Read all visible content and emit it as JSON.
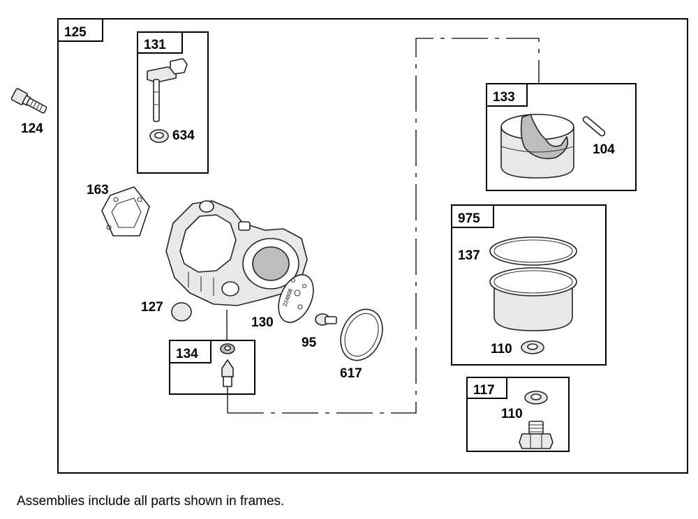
{
  "frames": {
    "main": "125",
    "f131": "131",
    "f133": "133",
    "f975": "975",
    "f134": "134",
    "f117": "117"
  },
  "parts": {
    "p124": "124",
    "p634": "634",
    "p104": "104",
    "p163": "163",
    "p137": "137",
    "p127": "127",
    "p130": "130",
    "p95": "95",
    "p110a": "110",
    "p617": "617",
    "p110b": "110"
  },
  "imprint": "224808",
  "footer": "Assemblies include all parts shown in frames."
}
